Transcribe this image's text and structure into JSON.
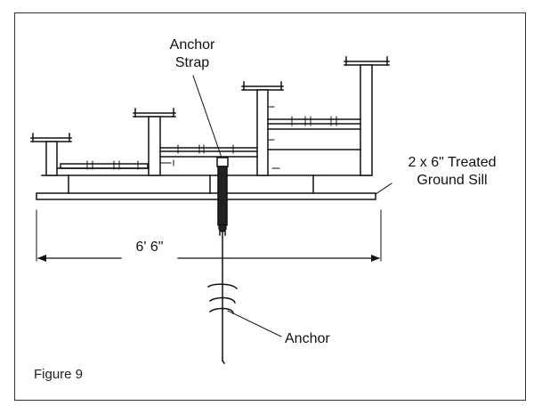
{
  "labels": {
    "anchor_strap_line1": "Anchor",
    "anchor_strap_line2": "Strap",
    "ground_sill_line1": "2 x 6\" Treated",
    "ground_sill_line2": "Ground Sill",
    "dimension": "6' 6\"",
    "anchor": "Anchor",
    "figure_caption": "Figure 9"
  }
}
